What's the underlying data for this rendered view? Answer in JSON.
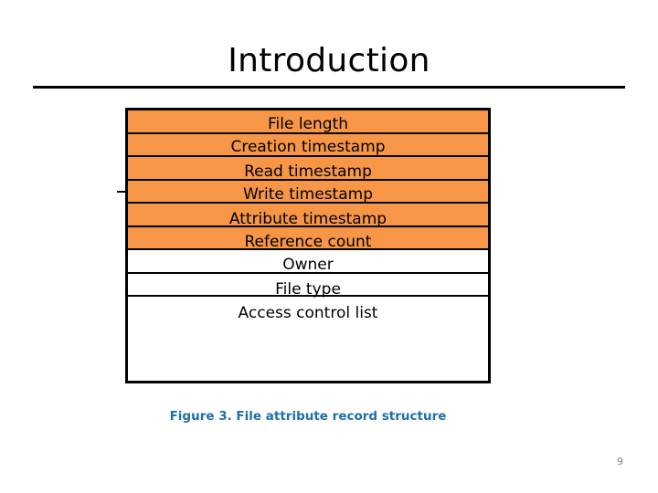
{
  "slide": {
    "title": "Introduction",
    "page_number": "9",
    "caption": "Figure 3. File attribute record structure",
    "accent_color": "#F79646",
    "caption_color": "#1F6FA8",
    "figure": {
      "rows": [
        {
          "label": "File length",
          "filled": true
        },
        {
          "label": "Creation timestamp",
          "filled": true
        },
        {
          "label": "Read timestamp",
          "filled": true
        },
        {
          "label": "Write timestamp",
          "filled": true
        },
        {
          "label": "Attribute timestamp",
          "filled": true
        },
        {
          "label": "Reference count",
          "filled": true
        },
        {
          "label": "Owner",
          "filled": false
        },
        {
          "label": "File type",
          "filled": false
        },
        {
          "label": "Access control list",
          "filled": false
        }
      ]
    }
  }
}
